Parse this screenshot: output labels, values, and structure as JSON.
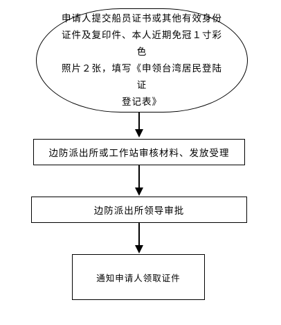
{
  "flowchart": {
    "steps": [
      {
        "shape": "oval",
        "lines": [
          "申请人提交船员证书或其他有效身份",
          "证件及复印件、本人近期免冠１寸彩色",
          "照片２张，填写《申领台湾居民登陆证",
          "登记表》"
        ]
      },
      {
        "shape": "rectangle",
        "text": "边防派出所或工作站审核材料、发放受理"
      },
      {
        "shape": "rectangle",
        "text": "边防派出所领导审批"
      },
      {
        "shape": "rectangle",
        "text": "通知申请人领取证件"
      }
    ],
    "connector_style": "downward-arrow"
  }
}
